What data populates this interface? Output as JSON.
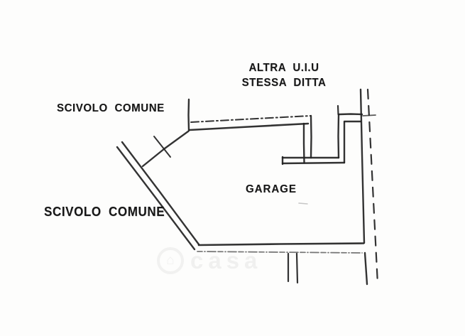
{
  "document": {
    "kind": "cadastral floor plan (scanned)",
    "ink_color": "#222222",
    "paper_color": "#fdfdfc"
  },
  "labels": {
    "adjacent_unit_line1": "ALTRA U.I.U",
    "adjacent_unit_line2": "STESSA DITTA",
    "common_ramp_top": "SCIVOLO COMUNE",
    "common_ramp_bottom": "SCIVOLO COMUNE",
    "room": "GARAGE"
  },
  "watermark": {
    "text": "casa",
    "icon": "house-icon"
  }
}
